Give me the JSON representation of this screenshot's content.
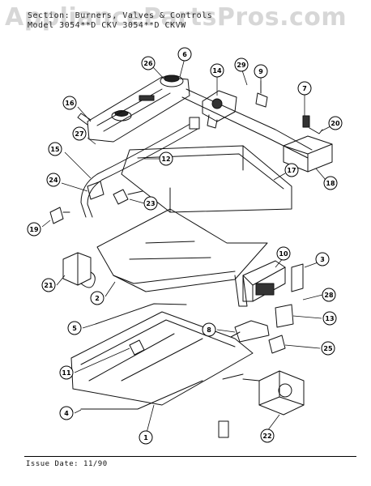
{
  "header": {
    "section_line": "Section: Burners, Valves & Controls",
    "model_line": "Model 3054**D CKV  3054**D CKVW"
  },
  "watermark": "AppliancePartsPros.com",
  "footer": {
    "issue_date": "Issue Date: 11/90"
  },
  "callouts": [
    "26",
    "6",
    "14",
    "29",
    "9",
    "7",
    "16",
    "20",
    "27",
    "15",
    "12",
    "17",
    "18",
    "24",
    "23",
    "19",
    "10",
    "3",
    "21",
    "2",
    "28",
    "13",
    "5",
    "8",
    "25",
    "11",
    "4",
    "1",
    "22"
  ]
}
